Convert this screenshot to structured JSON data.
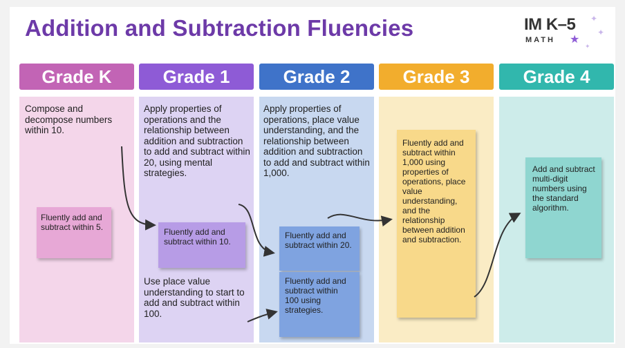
{
  "title": "Addition and Subtraction Fluencies",
  "logo": {
    "main": "IM K–5",
    "sub": "MATH",
    "star_icon": "star-icon"
  },
  "colors": {
    "title": "#6d3aa8",
    "grade_k": "#c264b5",
    "grade_1": "#8e5bd6",
    "grade_2": "#3f73c9",
    "grade_3": "#f2ad2d",
    "grade_4": "#31b7ad"
  },
  "grades": [
    {
      "header": "Grade K",
      "text": "Compose and decompose numbers within 10.",
      "note": "Fluently add and subtract within 5."
    },
    {
      "header": "Grade 1",
      "text": "Apply properties of operations and the relationship between addition and subtraction to add and subtract within 20, using mental strategies.",
      "note": "Fluently add and subtract within 10.",
      "text2": "Use place value understanding to start to add and subtract within 100."
    },
    {
      "header": "Grade 2",
      "text": "Apply properties of operations, place value understanding, and the relationship between addition and subtraction to add and subtract within 1,000.",
      "note": "Fluently add and subtract within 20.",
      "note2": "Fluently add and subtract within 100 using strategies."
    },
    {
      "header": "Grade 3",
      "note": "Fluently add and subtract within 1,000 using properties of operations, place value understanding, and the relationship between addition and subtraction."
    },
    {
      "header": "Grade 4",
      "note": "Add and subtract multi-digit numbers using the standard algorithm."
    }
  ]
}
